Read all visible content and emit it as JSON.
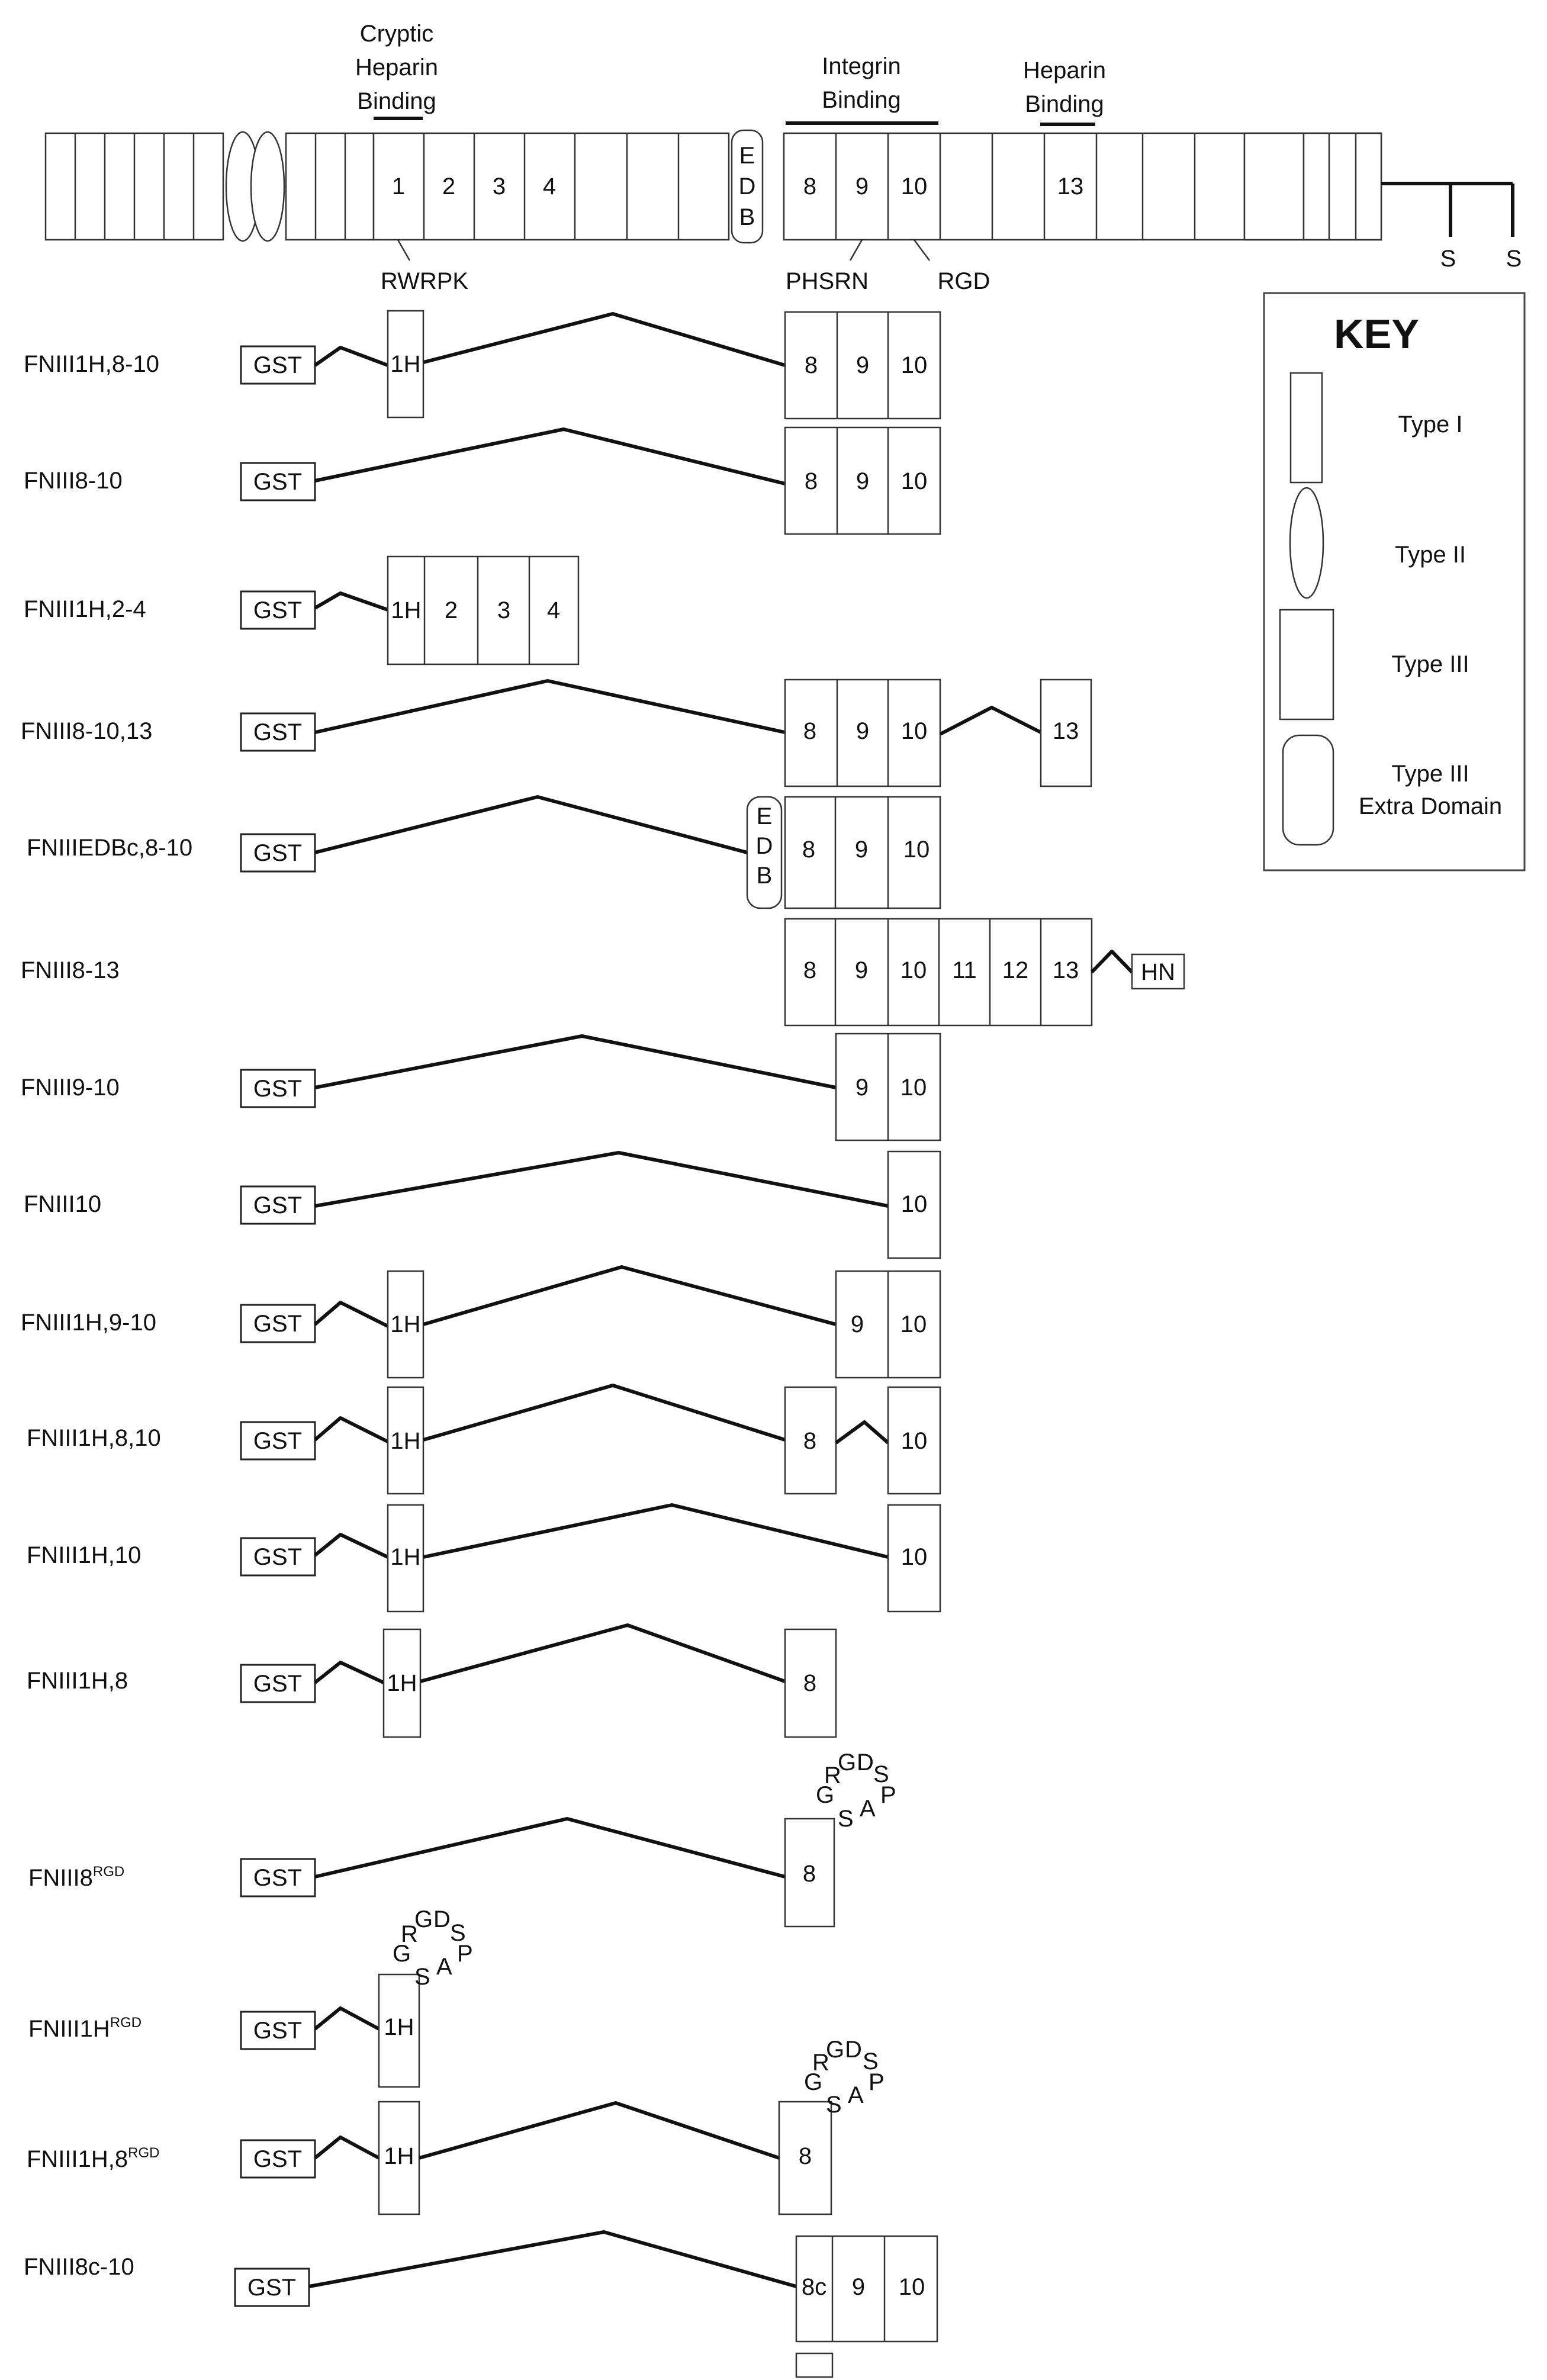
{
  "header_labels": {
    "cryptic": [
      "Cryptic",
      "Heparin",
      "Binding"
    ],
    "integrin": [
      "Integrin",
      "Binding"
    ],
    "heparin": [
      "Heparin",
      "Binding"
    ],
    "modules": [
      "1",
      "2",
      "3",
      "4",
      "8",
      "9",
      "10",
      "13"
    ],
    "edb": [
      "E",
      "D",
      "B"
    ],
    "rwrpk": "RWRPK",
    "phsrn": "PHSRN",
    "rgd": "RGD",
    "disulfide": [
      "S",
      "S"
    ]
  },
  "key": {
    "title": "KEY",
    "items": [
      "Type I",
      "Type II",
      "Type III",
      "Type III",
      "Extra Domain"
    ]
  },
  "tag_gst": "GST",
  "tag_hn": "HN",
  "rgd_loop_letters": [
    "R",
    "G",
    "D",
    "S",
    "G",
    "S",
    "A",
    "P"
  ],
  "constructs": [
    {
      "name": "FNIII1H,8-10",
      "gst": "GST",
      "modules": [
        "1H",
        "8",
        "9",
        "10"
      ]
    },
    {
      "name": "FNIII8-10",
      "gst": "GST",
      "modules": [
        "8",
        "9",
        "10"
      ]
    },
    {
      "name": "FNIII1H,2-4",
      "gst": "GST",
      "modules": [
        "1H",
        "2",
        "3",
        "4"
      ]
    },
    {
      "name": "FNIII8-10,13",
      "gst": "GST",
      "modules": [
        "8",
        "9",
        "10",
        "13"
      ]
    },
    {
      "name": "FNIIIEDBc,8-10",
      "gst": "GST",
      "modules": [
        "E",
        "D",
        "B",
        "8",
        "9",
        "10"
      ]
    },
    {
      "name": "FNIII8-13",
      "modules": [
        "8",
        "9",
        "10",
        "11",
        "12",
        "13"
      ],
      "tag": "HN"
    },
    {
      "name": "FNIII9-10",
      "gst": "GST",
      "modules": [
        "9",
        "10"
      ]
    },
    {
      "name": "FNIII10",
      "gst": "GST",
      "modules": [
        "10"
      ]
    },
    {
      "name": "FNIII1H,9-10",
      "gst": "GST",
      "modules": [
        "1H",
        "9",
        "10"
      ]
    },
    {
      "name": "FNIII1H,8,10",
      "gst": "GST",
      "modules": [
        "1H",
        "8",
        "10"
      ]
    },
    {
      "name": "FNIII1H,10",
      "gst": "GST",
      "modules": [
        "1H",
        "10"
      ]
    },
    {
      "name": "FNIII1H,8",
      "gst": "GST",
      "modules": [
        "1H",
        "8"
      ]
    },
    {
      "name": "FNIII8",
      "sup": "RGD",
      "gst": "GST",
      "modules": [
        "8"
      ]
    },
    {
      "name": "FNIII1H",
      "sup": "RGD",
      "gst": "GST",
      "modules": [
        "1H"
      ]
    },
    {
      "name": "FNIII1H,8",
      "sup": "RGD",
      "gst": "GST",
      "modules": [
        "1H",
        "8"
      ]
    },
    {
      "name": "FNIII8c-10",
      "gst": "GST",
      "modules": [
        "8c",
        "9",
        "10"
      ]
    }
  ]
}
